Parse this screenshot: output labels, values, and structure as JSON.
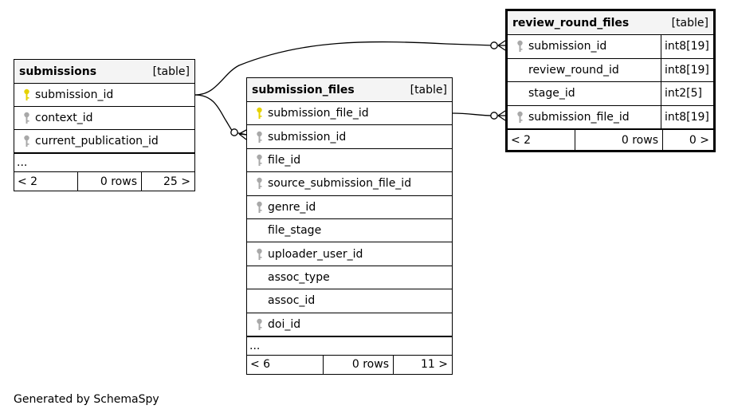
{
  "tables": {
    "submissions": {
      "name": "submissions",
      "kind": "[table]",
      "columns": [
        {
          "name": "submission_id",
          "key": "primary"
        },
        {
          "name": "context_id",
          "key": "foreign"
        },
        {
          "name": "current_publication_id",
          "key": "foreign"
        }
      ],
      "more": "...",
      "footer": {
        "parents": "< 2",
        "rows": "0 rows",
        "children": "25 >"
      }
    },
    "submission_files": {
      "name": "submission_files",
      "kind": "[table]",
      "columns": [
        {
          "name": "submission_file_id",
          "key": "primary"
        },
        {
          "name": "submission_id",
          "key": "foreign"
        },
        {
          "name": "file_id",
          "key": "foreign"
        },
        {
          "name": "source_submission_file_id",
          "key": "foreign"
        },
        {
          "name": "genre_id",
          "key": "foreign"
        },
        {
          "name": "file_stage",
          "key": "none"
        },
        {
          "name": "uploader_user_id",
          "key": "foreign"
        },
        {
          "name": "assoc_type",
          "key": "none"
        },
        {
          "name": "assoc_id",
          "key": "none"
        },
        {
          "name": "doi_id",
          "key": "foreign"
        }
      ],
      "more": "...",
      "footer": {
        "parents": "< 6",
        "rows": "0 rows",
        "children": "11 >"
      }
    },
    "review_round_files": {
      "name": "review_round_files",
      "kind": "[table]",
      "columns": [
        {
          "name": "submission_id",
          "key": "foreign",
          "type": "int8[19]"
        },
        {
          "name": "review_round_id",
          "key": "none",
          "type": "int8[19]"
        },
        {
          "name": "stage_id",
          "key": "none",
          "type": "int2[5]"
        },
        {
          "name": "submission_file_id",
          "key": "foreign",
          "type": "int8[19]"
        }
      ],
      "footer": {
        "parents": "< 2",
        "rows": "0 rows",
        "children": "0 >"
      }
    }
  },
  "colors": {
    "primary_key": "#e6d200",
    "foreign_key": "#a8a8a8",
    "header_bg": "#f4f4f4"
  },
  "credit": "Generated by SchemaSpy"
}
